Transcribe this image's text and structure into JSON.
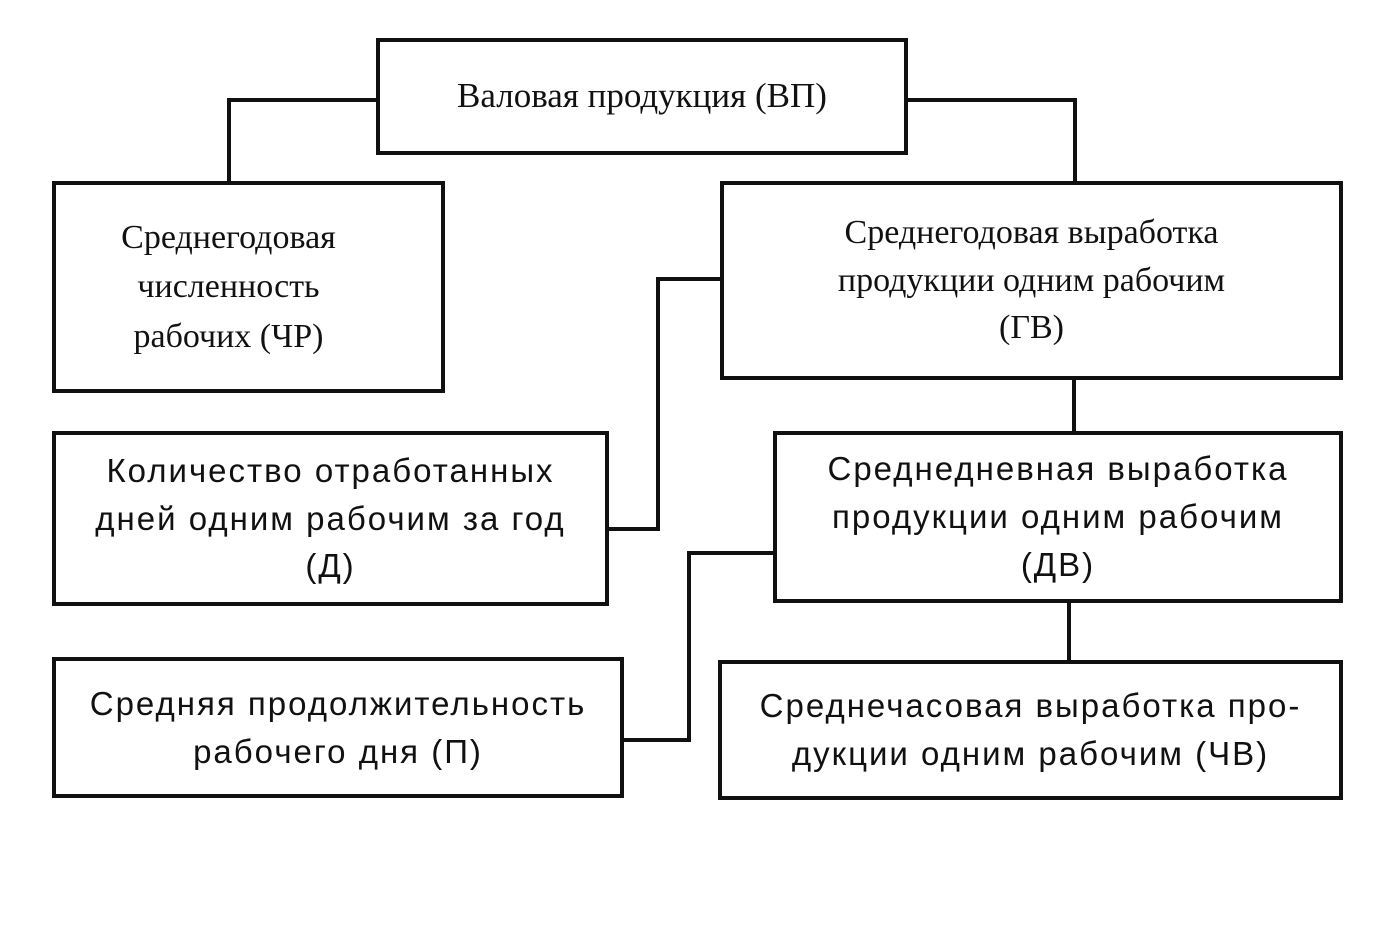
{
  "diagram": {
    "root": {
      "label": "Валовая продукция (ВП)"
    },
    "nodes": {
      "chr": {
        "label": "Среднегодовая\nчисленность\nрабочих (ЧР)"
      },
      "gv": {
        "label": "Среднегодовая выработка\nпродукции одним рабочим\n(ГВ)"
      },
      "d": {
        "label": "Количество отработанных\nдней одним рабочим за год\n(Д)"
      },
      "dv": {
        "label": "Среднедневная выработка\nпродукции одним рабочим\n(ДВ)"
      },
      "p": {
        "label": "Средняя продолжительность\nрабочего дня (П)"
      },
      "chv": {
        "label": "Среднечасовая выработка про-\nдукции одним рабочим (ЧВ)"
      }
    },
    "edges": [
      {
        "from": "Валовая продукция (ВП)",
        "to": "Среднегодовая численность рабочих (ЧР)"
      },
      {
        "from": "Валовая продукция (ВП)",
        "to": "Среднегодовая выработка продукции одним рабочим (ГВ)"
      },
      {
        "from": "Среднегодовая выработка продукции одним рабочим (ГВ)",
        "to": "Количество отработанных дней одним рабочим за год (Д)"
      },
      {
        "from": "Среднегодовая выработка продукции одним рабочим (ГВ)",
        "to": "Среднедневная выработка продукции одним рабочим (ДВ)"
      },
      {
        "from": "Среднедневная выработка продукции одним рабочим (ДВ)",
        "to": "Средняя продолжительность рабочего дня (П)"
      },
      {
        "from": "Среднедневная выработка продукции одним рабочим (ДВ)",
        "to": "Среднечасовая выработка продукции одним рабочим (ЧВ)"
      }
    ],
    "colors": {
      "stroke": "#111111",
      "background": "#ffffff"
    }
  }
}
